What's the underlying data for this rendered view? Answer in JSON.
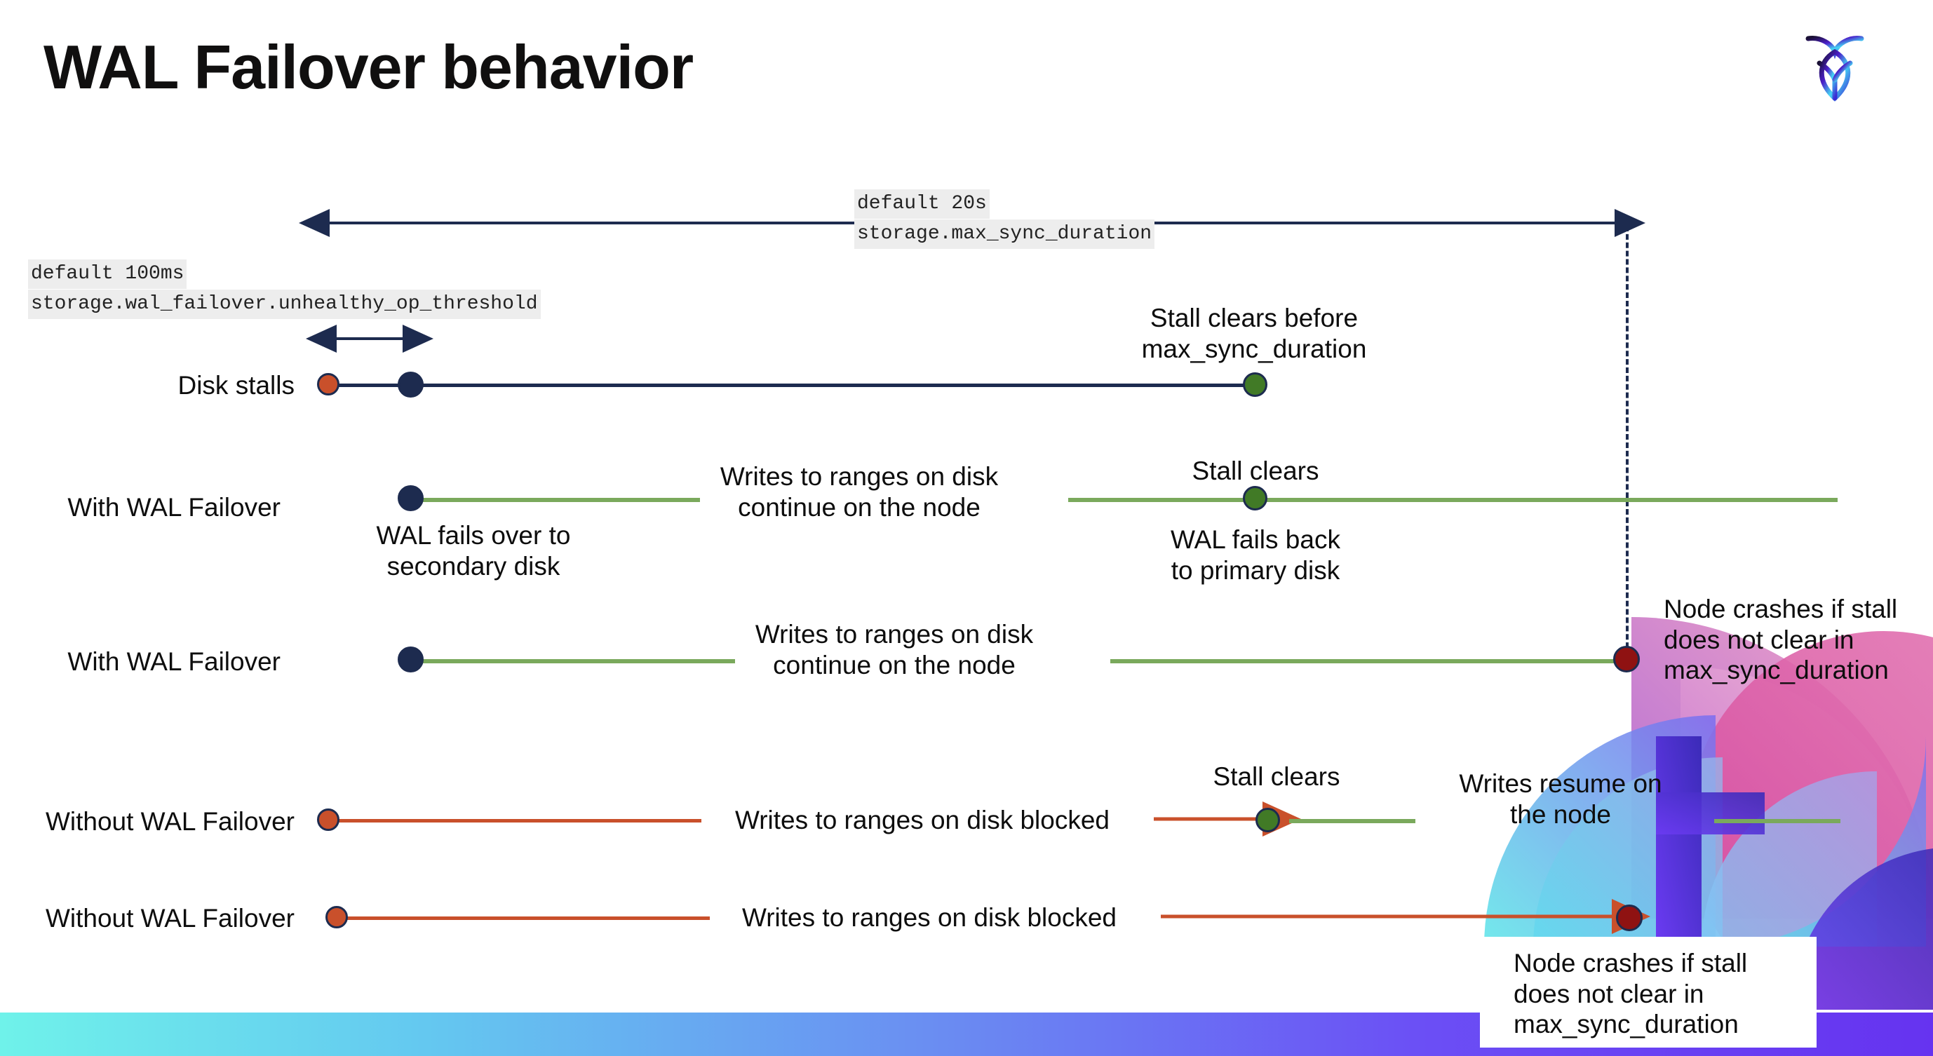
{
  "slide": {
    "title": "WAL Failover behavior",
    "logo_name": "cockroachdb-logo"
  },
  "annotations": {
    "max_sync": {
      "default": "default 20s",
      "setting": "storage.max_sync_duration"
    },
    "unhealthy": {
      "default": "default 100ms",
      "setting": "storage.wal_failover.unhealthy_op_threshold"
    }
  },
  "rows": [
    {
      "id": "disk-stalls",
      "label": "Disk stalls",
      "notes": [
        "Stall clears before\nmax_sync_duration"
      ]
    },
    {
      "id": "with-wal-failover-clears",
      "label": "With WAL Failover",
      "notes": [
        "WAL fails over to\nsecondary disk",
        "Writes to ranges on disk\ncontinue on the node",
        "Stall clears",
        "WAL fails  back\nto primary disk"
      ]
    },
    {
      "id": "with-wal-failover-crash",
      "label": "With WAL Failover",
      "notes": [
        "Writes to ranges on disk\ncontinue on the node",
        "Node crashes if stall\ndoes not clear in\nmax_sync_duration"
      ]
    },
    {
      "id": "without-wal-failover-clears",
      "label": "Without WAL Failover",
      "notes": [
        "Writes to ranges on disk  blocked",
        "Stall clears",
        "Writes resume on\nthe node"
      ]
    },
    {
      "id": "without-wal-failover-crash",
      "label": "Without WAL Failover",
      "notes": [
        "Writes to ranges on disk  blocked",
        "Node crashes if stall\ndoes not clear in\nmax_sync_duration"
      ]
    }
  ],
  "colors": {
    "navy": "#1d2b4f",
    "green_line": "#7aa95c",
    "red_line": "#c9502b",
    "dot_stall_start": "#c9502b",
    "dot_failover": "#1d2b4f",
    "dot_clear": "#417a26",
    "dot_crash": "#8f1212",
    "code_bg": "#ededed",
    "bottom_bar_from": "#6ff2ea",
    "bottom_bar_to": "#6633f0"
  }
}
